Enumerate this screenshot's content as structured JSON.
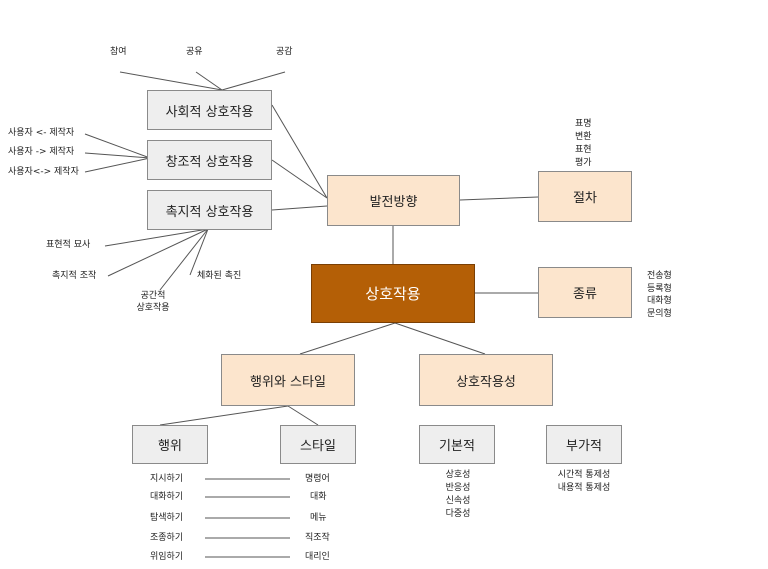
{
  "center": "상호작용",
  "development": "발전방향",
  "procedure": "절차",
  "procedure_items": [
    "표명",
    "변환",
    "표현",
    "평가"
  ],
  "types": "종류",
  "type_items": [
    "전송형",
    "등록형",
    "대화형",
    "문의형"
  ],
  "social": {
    "label": "사회적 상호작용",
    "subs": [
      "참여",
      "공유",
      "공감"
    ]
  },
  "creative": {
    "label": "창조적 상호작용",
    "subs": [
      "사용자 <- 제작자",
      "사용자 -> 제작자",
      "사용자<-> 제작자"
    ]
  },
  "tactile": {
    "label": "촉지적 상호작용",
    "subs": [
      "표현적 묘사",
      "촉지적 조작",
      "공간적\n상호작용",
      "체화된 촉진"
    ]
  },
  "behavior_style": "행위와 스타일",
  "interactivity": "상호작용성",
  "behavior": "행위",
  "style": "스타일",
  "basic": "기본적",
  "additional": "부가적",
  "behavior_items": [
    "지시하기",
    "대화하기",
    "탐색하기",
    "조종하기",
    "위임하기"
  ],
  "style_items": [
    "명령어",
    "대화",
    "메뉴",
    "직조작",
    "대리인"
  ],
  "basic_items": [
    "상호성",
    "반응성",
    "신속성",
    "다중성"
  ],
  "additional_items": [
    "시간적 통제성",
    "내용적 통제성"
  ]
}
